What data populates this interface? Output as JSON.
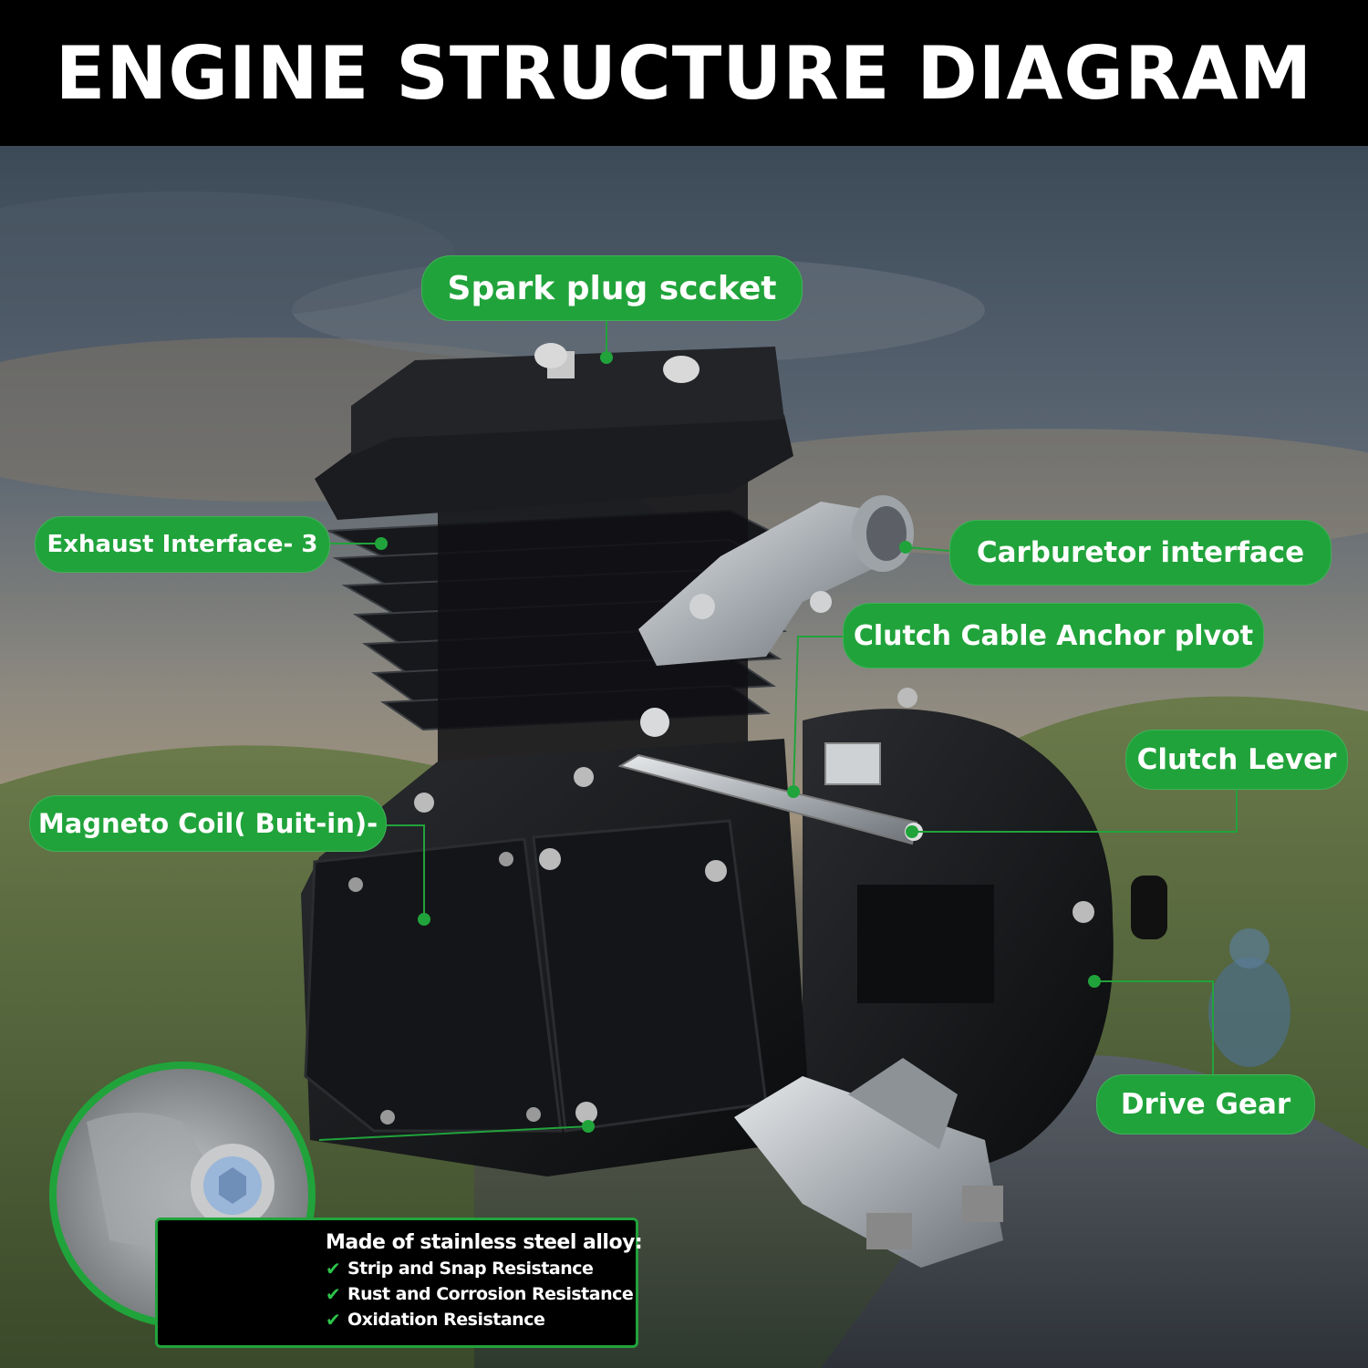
{
  "title": "ENGINE STRUCTURE DIAGRAM",
  "colors": {
    "label_green": "#21a33b",
    "header_bg": "#000000",
    "text": "#ffffff"
  },
  "labels": {
    "spark_plug": "Spark plug sccket",
    "exhaust": "Exhaust Interface- 3",
    "carburetor": "Carburetor interface",
    "clutch_cable": "Clutch Cable Anchor plvot",
    "clutch_lever": "Clutch Lever",
    "magneto": "Magneto Coil( Buit-in)-",
    "drive_gear": "Drive Gear"
  },
  "material": {
    "title": "Made of stainless steel alloy:",
    "features": [
      "Strip and Snap Resistance",
      "Rust and Corrosion Resistance",
      "Oxidation Resistance"
    ],
    "check_icon": "checkmark-icon"
  }
}
